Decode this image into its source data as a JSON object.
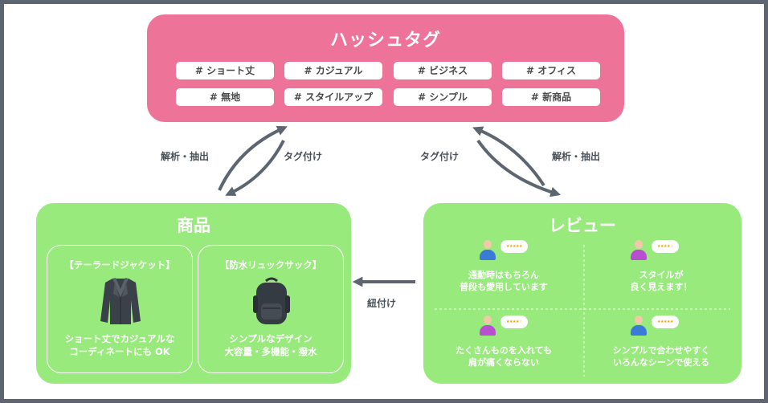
{
  "hashtags": {
    "title": "ハッシュタグ",
    "tags": [
      "# ショート丈",
      "# カジュアル",
      "# ビジネス",
      "# オフィス",
      "# 無地",
      "# スタイルアップ",
      "# シンプル",
      "# 新商品"
    ]
  },
  "arrows": {
    "left_outer": "解析・抽出",
    "left_inner": "タグ付け",
    "right_inner": "タグ付け",
    "right_outer": "解析・抽出",
    "link": "紐付け"
  },
  "products": {
    "title": "商品",
    "items": [
      {
        "name": "【テーラードジャケット】",
        "desc1": "ショート丈でカジュアルな",
        "desc2": "コーディネートにも OK",
        "icon": "jacket-icon"
      },
      {
        "name": "【防水リュックサック】",
        "desc1": "シンプルなデザイン",
        "desc2": "大容量・多機能・撥水",
        "icon": "backpack-icon"
      }
    ]
  },
  "reviews": {
    "title": "レビュー",
    "items": [
      {
        "line1": "通勤時はもちろん",
        "line2": "普段も愛用しています",
        "stars": "★★★★★",
        "avatar": "blue"
      },
      {
        "line1": "スタイルが",
        "line2": "良く見えます！",
        "stars": "★★★★☆",
        "avatar": "purple"
      },
      {
        "line1": "たくさんものを入れても",
        "line2": "肩が痛くならない",
        "stars": "★★★★☆",
        "avatar": "purple"
      },
      {
        "line1": "シンプルで合わせやすく",
        "line2": "いろんなシーンで使える",
        "stars": "★★★★★",
        "avatar": "blue"
      }
    ]
  },
  "colors": {
    "pink": "#ee7399",
    "green": "#98ea7c",
    "arrow": "#5d6670",
    "star": "#f2a100"
  }
}
